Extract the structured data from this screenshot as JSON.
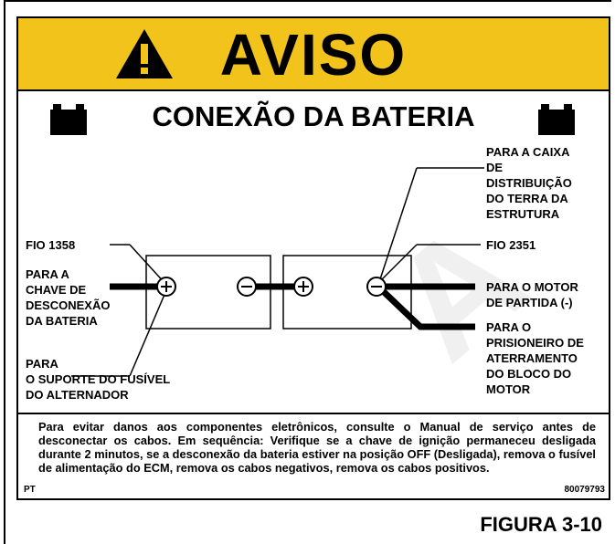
{
  "warning": {
    "title": "AVISO",
    "subtitle": "CONEXÃO DA BATERIA"
  },
  "diagram": {
    "labels": {
      "fio_1358": "FIO 1358",
      "chave": "PARA A\nCHAVE DE\nDESCONEXÃO\nDA BATERIA",
      "suporte": "PARA\nO SUPORTE DO FUSÍVEL\nDO ALTERNADOR",
      "caixa": "PARA A CAIXA\nDE\nDISTRIBUIÇÃO\nDO TERRA DA\nESTRUTURA",
      "fio_2351": "FIO 2351",
      "motor": "PARA O MOTOR\nDE PARTIDA (-)",
      "prisioneiro": "PARA O\nPRISIONEIRO DE\nATERRAMENTO\nDO BLOCO DO\nMOTOR"
    }
  },
  "notice": {
    "text": "Para evitar danos aos componentes eletrônicos, consulte o Manual de serviço antes de desconectar os cabos. Em sequência: Verifique se a chave de ignição permaneceu desligada durante 2 minutos, se a desconexão da bateria estiver na posição OFF (Desligada), remova o fusível de alimentação do ECM, remova os cabos negativos, remova os cabos positivos.",
    "language": "PT",
    "part_number": "80079793"
  },
  "figure_label": "FIGURA 3-10",
  "colors": {
    "banner": "#f2c31a"
  }
}
